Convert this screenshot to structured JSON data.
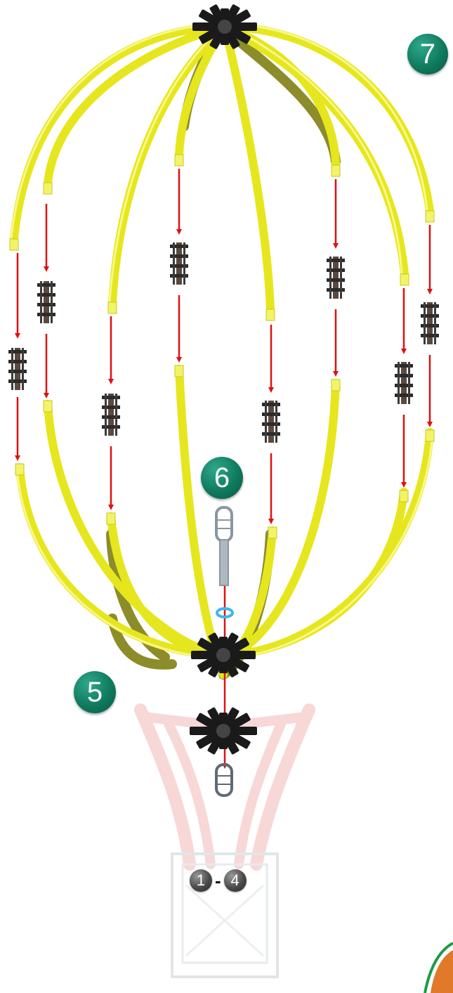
{
  "steps": {
    "seven": "7",
    "six": "6",
    "five": "5"
  },
  "range": {
    "from": "1",
    "separator": "-",
    "to": "4"
  },
  "colors": {
    "tube_yellow": "#e6e61e",
    "tube_dark": "#8c8c2a",
    "arrow_red": "#e01010",
    "badge_green": "#0f7a5e",
    "badge_grey": "#4a4a4a",
    "ghost_red": "#f4b7b7",
    "connector_black": "#1a1a1a",
    "ring_blue": "#3fb6e8"
  },
  "icons": {
    "hub": "hub-connector-icon",
    "coupler": "ladder-coupler-icon",
    "clip": "clip-pin-icon",
    "ring": "ring-icon"
  }
}
